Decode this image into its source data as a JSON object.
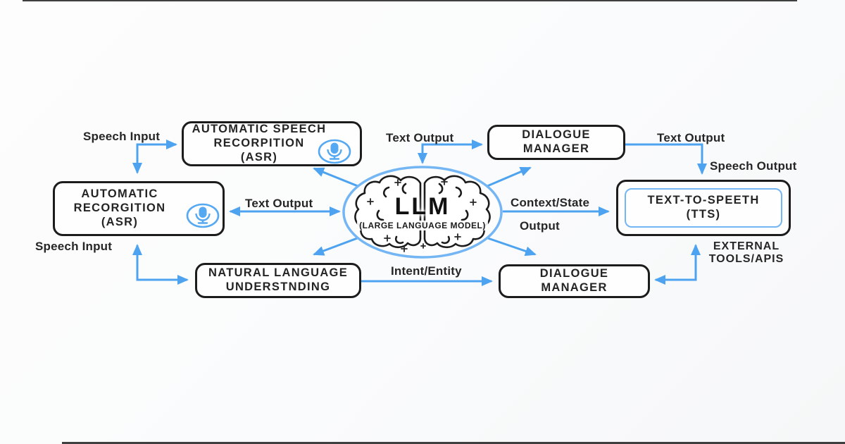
{
  "colors": {
    "arrow_blue": "#4da3f0",
    "circle_stroke": "#74b6f3",
    "box_border": "#1c1c1c",
    "text_dark": "#242424",
    "mic_blue": "#55a8f2"
  },
  "center": {
    "title": "LLM",
    "subtitle": "(LARGE LANGUAGE MODEL)"
  },
  "nodes": {
    "asr_top": {
      "lines": [
        "AUTOMATIC SPEECH",
        "RECORPITION",
        "(ASR)"
      ]
    },
    "asr_left": {
      "lines": [
        "AUTOMATIC",
        "RECORGITION",
        "(ASR)"
      ]
    },
    "nlu": {
      "lines": [
        "NATURAL LANGUAGE",
        "UNDERSTNDING"
      ]
    },
    "dm_top": {
      "lines": [
        "DIALOGUE",
        "MANAGER"
      ]
    },
    "dm_bottom": {
      "lines": [
        "DIALOGUE",
        "MANAGER"
      ]
    },
    "tts": {
      "lines": [
        "TEXT-TO-SPEETH",
        "(TTS)"
      ]
    }
  },
  "labels": {
    "speech_input_top": "Speech Input",
    "speech_input_bottom": "Speech Input",
    "text_output_left": "Text Output",
    "text_output_top": "Text Output",
    "text_output_right": "Text Output",
    "speech_output": "Speech Output",
    "context_state": "Context/State",
    "context_state_output": "Output",
    "intent_entity": "Intent/Entity",
    "external_tools_line1": "EXTERNAL",
    "external_tools_line2": "TOOLS/APIS"
  }
}
